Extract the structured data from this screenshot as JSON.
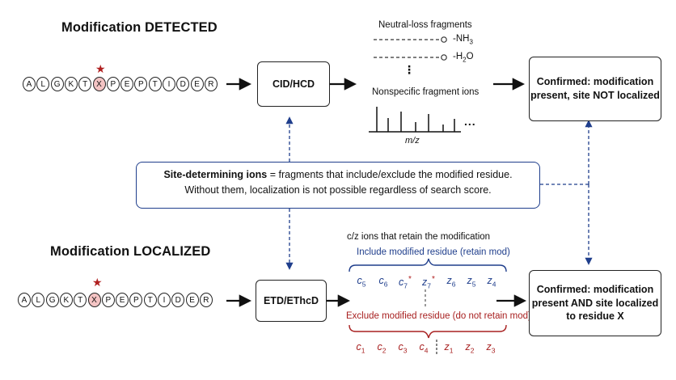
{
  "top": {
    "title": "Modification DETECTED",
    "sequence": [
      "A",
      "L",
      "G",
      "K",
      "T",
      "X",
      "P",
      "E",
      "P",
      "T",
      "I",
      "D",
      "E",
      "R"
    ],
    "method": "CID/HCD",
    "neutral_loss_title": "Neutral-loss fragments",
    "loss_1": "-NH",
    "loss_1_sub": "3",
    "loss_2": "-H",
    "loss_2_sub": "2",
    "loss_2_tail": "O",
    "vertical_ellipsis": "⋮",
    "nonspecific_title": "Nonspecific fragment ions",
    "spectrum_ellipsis": "...",
    "mz_label": "m/z",
    "result_line1": "Confirmed: modification",
    "result_line2": "present, site NOT localized"
  },
  "note": {
    "bold": "Site-determining ions",
    "line1_rest": " = fragments that include/exclude the modified residue.",
    "line2": "Without them, localization is not possible regardless of search score."
  },
  "bottom": {
    "title": "Modification LOCALIZED",
    "sequence": [
      "A",
      "L",
      "G",
      "K",
      "T",
      "X",
      "P",
      "E",
      "P",
      "T",
      "I",
      "D",
      "E",
      "R"
    ],
    "method": "ETD/EThcD",
    "cz_title": "c/z ions that retain the modification",
    "include_label": "Include modified residue (retain mod)",
    "exclude_label": "Exclude modified residue (do not retain mod)",
    "include_ions": [
      {
        "letter": "c",
        "sub": "5",
        "mark": ""
      },
      {
        "letter": "c",
        "sub": "6",
        "mark": ""
      },
      {
        "letter": "c",
        "sub": "7",
        "mark": "*"
      },
      {
        "letter": "z",
        "sub": "7",
        "mark": "*"
      },
      {
        "letter": "z",
        "sub": "6",
        "mark": ""
      },
      {
        "letter": "z",
        "sub": "5",
        "mark": ""
      },
      {
        "letter": "z",
        "sub": "4",
        "mark": ""
      }
    ],
    "exclude_ions": [
      {
        "letter": "c",
        "sub": "1"
      },
      {
        "letter": "c",
        "sub": "2"
      },
      {
        "letter": "c",
        "sub": "3"
      },
      {
        "letter": "c",
        "sub": "4"
      },
      {
        "letter": "z",
        "sub": "1"
      },
      {
        "letter": "z",
        "sub": "2"
      },
      {
        "letter": "z",
        "sub": "3"
      }
    ],
    "result_line1": "Confirmed: modification",
    "result_line2": "present AND site localized",
    "result_line3": "to residue X"
  },
  "colors": {
    "blue": "#1f3e8c",
    "red": "#a82020",
    "modified_residue": "#f4c4c4"
  }
}
